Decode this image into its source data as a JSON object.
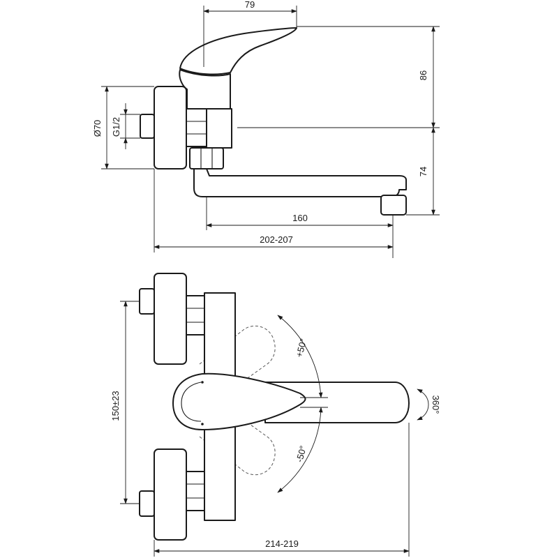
{
  "dimensions": {
    "top_width": "79",
    "handle_height": "86",
    "spout_height": "74",
    "spout_reach": "160",
    "overall_depth": "202-207",
    "flange_diameter": "Ø70",
    "thread": "G1/2",
    "inlet_spacing": "150±23",
    "overall_width": "214-219",
    "rotation_plus": "+50°",
    "rotation_minus": "-50°",
    "spout_rotation": "360°"
  },
  "colors": {
    "line": "#1a1a1a",
    "hidden_line": "#555555"
  }
}
